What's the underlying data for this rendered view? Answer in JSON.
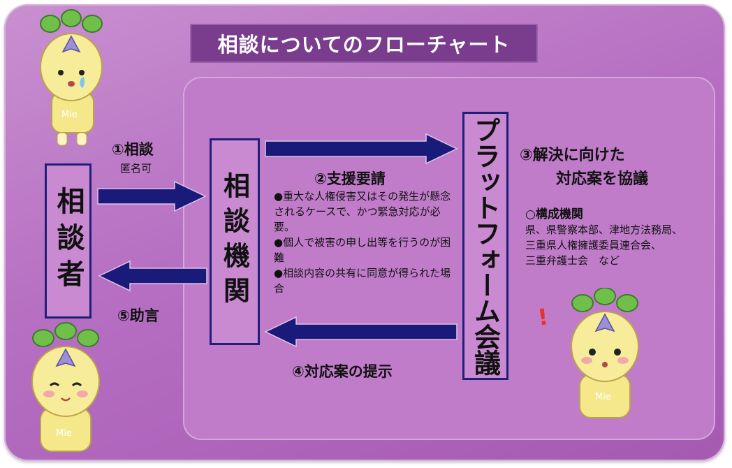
{
  "title": "相談についてのフローチャート",
  "boxes": {
    "person": "相談者",
    "org": "相談機関",
    "platform": "プラットフォーム会議"
  },
  "steps": {
    "s1": {
      "label": "①相談",
      "sub": "匿名可"
    },
    "s2": {
      "label": "②支援要請",
      "bullets": [
        "●重大な人権侵害又はその発生が懸念されるケースで、かつ緊急対応が必要。",
        "●個人で被害の申し出等を行うのが困難",
        "●相談内容の共有に同意が得られた場合"
      ]
    },
    "s3": {
      "line1": "③解決に向けた",
      "line2": "対応案を協議"
    },
    "s4": {
      "label": "④対応案の提示"
    },
    "s5": {
      "label": "⑤助言"
    }
  },
  "members": {
    "heading": "○構成機関",
    "lines": [
      "県、県警察本部、津地方法務局、",
      "三重県人権擁護委員連合会、",
      "三重弁護士会　など"
    ]
  },
  "mascot": {
    "shirt_text": "Mie",
    "exclaim": "!"
  },
  "colors": {
    "frame": "#b66fc2",
    "inner": "#c07cc9",
    "title_bg": "#7a3d8e",
    "box_border": "#1f1f7a",
    "arrow": "#1a1a7a"
  }
}
